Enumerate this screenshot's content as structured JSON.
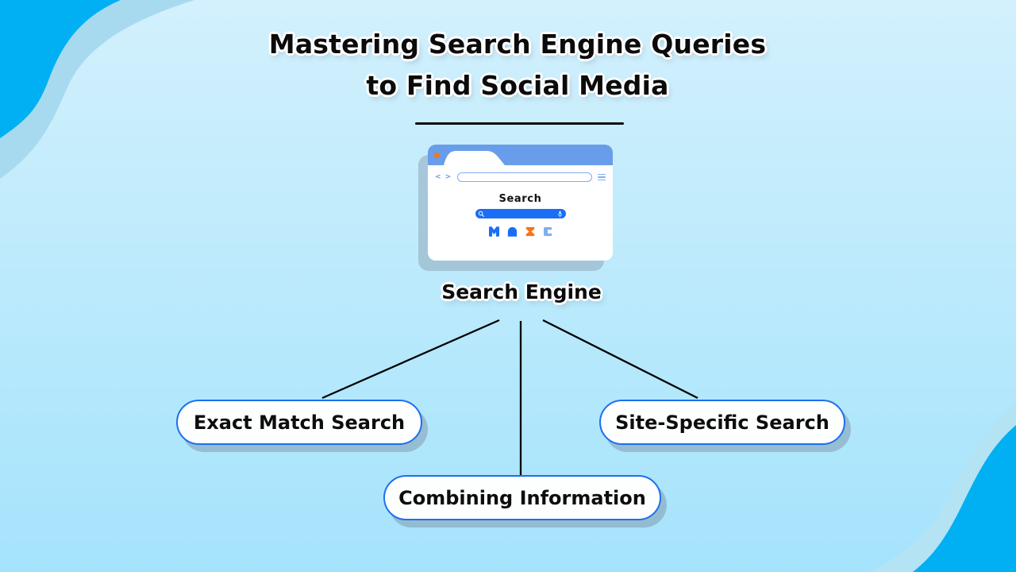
{
  "title": {
    "line1": "Mastering Search Engine Queries",
    "line2": "to Find Social Media"
  },
  "hero": {
    "label": "Search Engine",
    "browser": {
      "search_label": "Search",
      "icons": {
        "window_dot": "browser-dot-icon",
        "nav_left": "code-arrows-icon",
        "address": "url-bar",
        "nav_right": "menu-icon",
        "search_left": "search-magnifier-icon",
        "search_right": "microphone-icon",
        "logos": [
          "logo-m-icon",
          "logo-arch-icon",
          "logo-hourglass-icon",
          "logo-c-icon"
        ]
      }
    }
  },
  "nodes": [
    {
      "label": "Exact Match Search"
    },
    {
      "label": "Site-Specific Search"
    },
    {
      "label": "Combining Information"
    }
  ],
  "connections": [
    {
      "from": "Search Engine",
      "to": "Exact Match Search"
    },
    {
      "from": "Search Engine",
      "to": "Combining Information"
    },
    {
      "from": "Search Engine",
      "to": "Site-Specific Search"
    }
  ],
  "colors": {
    "background_top": "#d3f0fd",
    "background_bottom": "#a5e3fc",
    "wave_cyan": "#00b0f2",
    "wave_band_top_left": "#a8daef",
    "wave_band_bottom_right": "#b4e3f4",
    "browser_bar_blue": "#689ee9",
    "accent_blue": "#1a6ef5",
    "pill_border_blue": "#1c6ff0",
    "orange": "#f97316",
    "logo_light_blue": "#82aef0",
    "text_black": "#0d0d0d",
    "connector_black": "#000000"
  }
}
